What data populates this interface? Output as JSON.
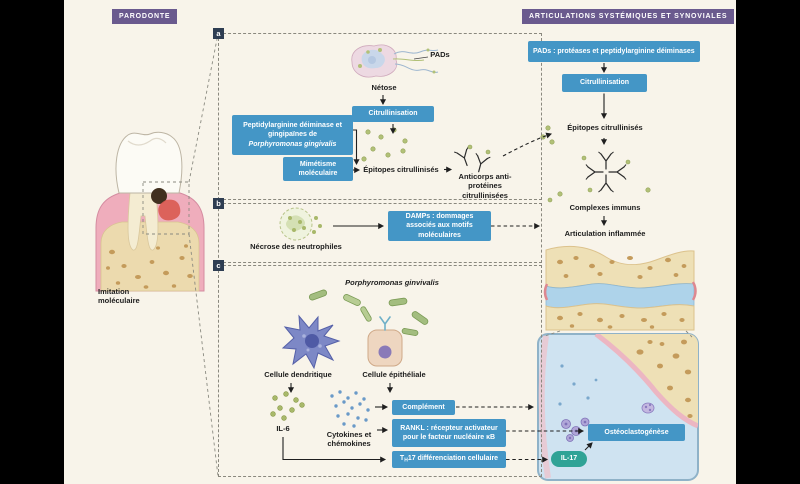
{
  "badges": {
    "parodonte": "PARODONTE",
    "articulations": "ARTICULATIONS SYSTÉMIQUES ET SYNOVIALES"
  },
  "tooth": {
    "caption": "Imitation moléculaire"
  },
  "panel_tags": {
    "a": "a",
    "b": "b",
    "c": "c"
  },
  "panel_a": {
    "pads_label": "PADs",
    "netosis_label": "Nétose",
    "citrullination_box": "Citrullinisation",
    "enzyme_box_text": "Peptidylarginine déiminase et gingipaïnes de",
    "enzyme_box_species": "Porphyromonas gingivalis",
    "mimicry_box": "Mimétisme moléculaire",
    "epitopes_label": "Épitopes citrullinisés",
    "antibodies_label": "Anticorps anti-protéines citrullinisées"
  },
  "panel_b": {
    "necrosis_label": "Nécrose des neutrophiles",
    "damps_box": "DAMPs : dommages associés aux motifs moléculaires"
  },
  "panel_c": {
    "species_label": "Porphyromonas ginvivalis",
    "dendritic_label": "Cellule dendritique",
    "epithelial_label": "Cellule épithéliale",
    "il6_label": "IL-6",
    "cytokines_label": "Cytokines et chémokines",
    "complement_box": "Complément",
    "rankl_box": "RANKL : récepteur activateur pour le facteur nucléaire κB",
    "th17_prefix": "T",
    "th17_sub": "H",
    "th17_suffix": "17 différenciation cellulaire"
  },
  "right": {
    "pads_box": "PADs : protéases et peptidylarginine déiminases",
    "citrullination_box": "Citrullinisation",
    "epitopes_label": "Épitopes citrullinisés",
    "immune_complexes_label": "Complexes immuns",
    "inflamed_joint_label": "Articulation inflammée",
    "osteoclastogenesis_box": "Ostéoclastogénèse",
    "il17_badge": "IL-17"
  },
  "colors": {
    "background": "#f8f4ea",
    "badge_purple": "#6a5a8e",
    "box_blue": "#4496c6",
    "panel_tag_navy": "#2e3d52",
    "il17_teal": "#2fa396",
    "bone": "#eee0b6",
    "synovium_blue": "#aed3ea"
  }
}
